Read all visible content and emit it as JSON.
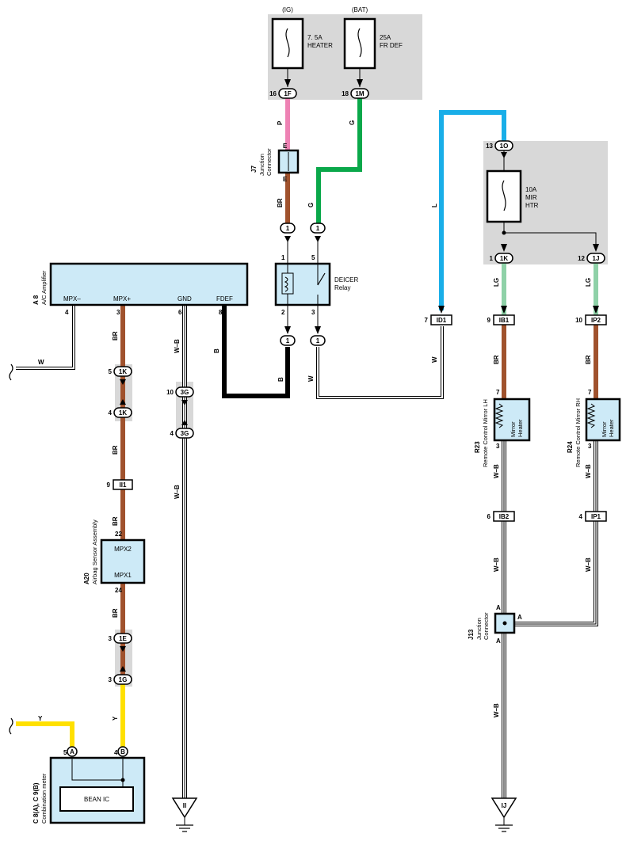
{
  "fuses": [
    {
      "supply": "(IG)",
      "rating": "7. 5A",
      "name": "HEATER",
      "pin_no": "16",
      "connector": "1F",
      "wire": "P"
    },
    {
      "supply": "(BAT)",
      "rating": "25A",
      "name": "FR DEF",
      "pin_no": "18",
      "connector": "1M",
      "wire": "G"
    },
    {
      "rating": "10A",
      "name1": "MIR",
      "name2": "HTR",
      "in_pin": "13",
      "in_conn": "1O",
      "out1_pin": "1",
      "out1_conn": "1K",
      "out2_pin": "12",
      "out2_conn": "1J"
    }
  ],
  "junction_j7": {
    "code": "J7",
    "label1": "Junction",
    "label2": "Connector",
    "pin_top": "E",
    "pin_bot": "E"
  },
  "relay": {
    "label1": "DEICER",
    "label2": "Relay",
    "pin1": "1",
    "pin2": "2",
    "pin3": "3",
    "pin5": "5",
    "conn": "1"
  },
  "ac_amp": {
    "code": "A 8",
    "label": "A/C Amplifier",
    "terminals": [
      "MPX–",
      "MPX+",
      "GND",
      "FDEF"
    ],
    "pins": [
      "4",
      "3",
      "6",
      "8"
    ]
  },
  "airbag": {
    "code": "A20",
    "label": "Airbag Sensor Assembly",
    "t1": "MPX2",
    "t2": "MPX1",
    "pin_top": "22",
    "pin_bot": "24"
  },
  "combo": {
    "code": "C 8(A), C 9(B)",
    "label": "Combination meter",
    "ic": "BEAN IC",
    "pinA_no": "5",
    "pinA": "A",
    "pinB_no": "4",
    "pinB": "B"
  },
  "mirror_lh": {
    "code": "R23",
    "label": "Remote Control Mirror LH",
    "heater1": "Mirror",
    "heater2": "Heater",
    "pin_top": "7",
    "pin_bot": "3"
  },
  "mirror_rh": {
    "code": "R24",
    "label": "Remote Control Mirror RH",
    "heater1": "Mirror",
    "heater2": "Heater",
    "pin_top": "7",
    "pin_bot": "3"
  },
  "junction_j13": {
    "code": "J13",
    "label1": "Junction",
    "label2": "Connector",
    "a": "A"
  },
  "connectors": {
    "c1K_top": "1K",
    "c1K_top_pin": "5",
    "c1K_bot": "1K",
    "c1K_bot_pin": "4",
    "c3G_top": "3G",
    "c3G_top_pin": "10",
    "c3G_bot": "3G",
    "c3G_bot_pin": "4",
    "cII1": "II1",
    "cII1_pin": "9",
    "c1E": "1E",
    "c1E_pin": "3",
    "c1G": "1G",
    "c1G_pin": "3",
    "cID1": "ID1",
    "cID1_pin": "7",
    "cIB1": "IB1",
    "cIB1_pin": "9",
    "cIP2": "IP2",
    "cIP2_pin": "10",
    "cIB2": "IB2",
    "cIB2_pin": "6",
    "cIP1": "IP1",
    "cIP1_pin": "4",
    "one": "1"
  },
  "grounds": {
    "g1": "II",
    "g2": "IJ"
  },
  "wire_colors": {
    "pink": "#ee82b4",
    "green": "#0aa84a",
    "blue": "#19aee8",
    "brown": "#a0522d",
    "lgreen": "#8fd1a8",
    "yellow": "#ffe000",
    "black": "#000000"
  },
  "wire_labels": {
    "P": "P",
    "G": "G",
    "BR": "BR",
    "B": "B",
    "L": "L",
    "LG": "LG",
    "W": "W",
    "WB": "W–B",
    "Y": "Y"
  }
}
